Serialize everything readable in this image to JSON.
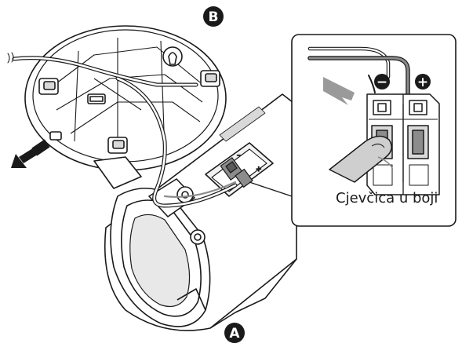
{
  "markers": {
    "a": "A",
    "b": "B"
  },
  "inset": {
    "label": "Cjevčica u boji",
    "minus": "−",
    "plus": "+"
  },
  "terminal_signs": {
    "minus": "–",
    "plus": "+"
  },
  "icons": {
    "remove_arrow": "arrow-remove-icon",
    "press_arrow": "arrow-press-icon",
    "finger": "finger-icon"
  },
  "colors": {
    "line": "#1a1a1a",
    "shade": "#8c8c8c",
    "light_shade": "#d4d4d4",
    "marker_fill": "#1a1a1a"
  }
}
